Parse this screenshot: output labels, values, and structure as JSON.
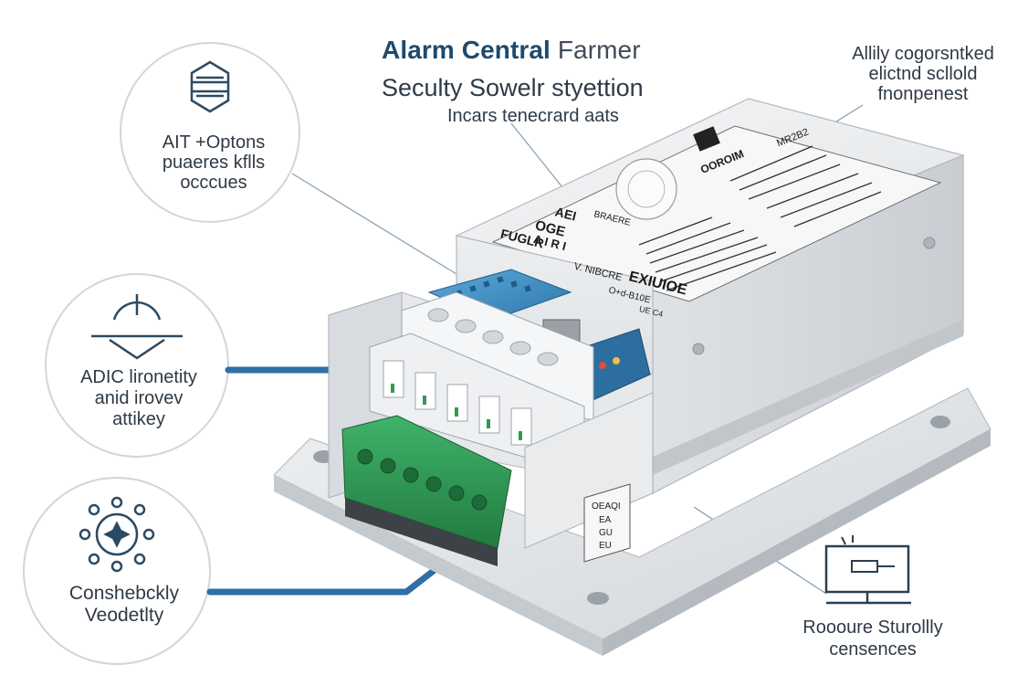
{
  "header": {
    "title_bold": "Alarm Central",
    "title_light": "Farmer",
    "subtitle": "Seculty Sowelr styettion",
    "component_label": "Incars tenecrard aats"
  },
  "callouts": {
    "top_right": [
      "Allily cogorsntked",
      "elictnd scllold",
      "fnonpenest"
    ],
    "options": [
      "AIT +Optons",
      "puaeres kflls",
      "occcues"
    ],
    "connectivity": [
      "ADIC lironetity",
      "anid irovev",
      "attikey"
    ],
    "network": [
      "Conshebckly",
      "Veodetlty"
    ],
    "remote": [
      "Roooure Sturollly",
      "censences"
    ]
  },
  "device": {
    "panel_left_1": "AEI",
    "panel_left_2": "OGE",
    "panel_left_3": "A I R I",
    "panel_left_4": "FUGLR",
    "panel_mid_1": "BRAERE",
    "panel_mid_2": "V. NIBCRE",
    "panel_mid_3": "EXIUIOE",
    "panel_mid_4": "O+d-B10E",
    "panel_mid_5": "UE C4",
    "panel_right_title": "OOROIM",
    "panel_right_code": "MR2B2",
    "side_label_1": "OEAQI",
    "side_label_2": "EA",
    "side_label_3": "GU",
    "side_label_4": "EU"
  },
  "icons": {
    "options": "server-rack-icon",
    "connectivity": "power-shield-icon",
    "network": "network-hub-icon",
    "remote": "monitor-icon"
  },
  "colors": {
    "accent": "#2f6fa3",
    "title": "#1e4a6e",
    "circle_border": "#cfd6dc",
    "terminal_green": "#2f9a55"
  }
}
